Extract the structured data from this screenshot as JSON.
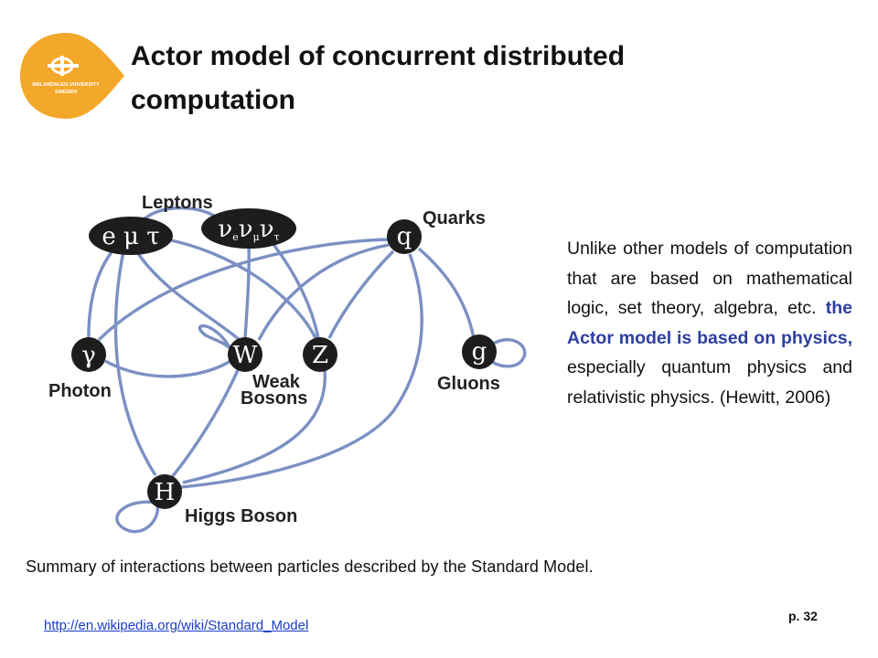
{
  "logo": {
    "name": "MÄLARDALEN UNIVERSITY",
    "country": "SWEDEN",
    "color": "#f4a82a"
  },
  "slide": {
    "title_line1": "Actor model of concurrent distributed",
    "title_line2": "computation",
    "page_number": "p. 32"
  },
  "diagram": {
    "edge_color": "#7b90c3",
    "node_color": "#1d1d1d",
    "nodes": {
      "leptons_charged": "e μ τ",
      "neutrinos": [
        "ν",
        "e",
        "ν",
        "μ",
        "ν",
        "τ"
      ],
      "quark": "q",
      "photon": "γ",
      "w_boson": "W",
      "z_boson": "Z",
      "gluon": "g",
      "higgs": "H"
    },
    "labels": {
      "leptons": "Leptons",
      "quarks": "Quarks",
      "photon": "Photon",
      "weak_line1": "Weak",
      "weak_line2": "Bosons",
      "gluons": "Gluons",
      "higgs": "Higgs Boson"
    }
  },
  "description": {
    "part1": "Unlike other models of computation that are based on mathematical logic, set theory, algebra, etc. ",
    "highlight": "the Actor model is based on physics,",
    "part2": " especially quantum physics and relativistic physics. (Hewitt, 2006)",
    "highlight_color": "#2e3fa0"
  },
  "caption": "Summary of interactions between particles described by the Standard Model.",
  "source_url": "http://en.wikipedia.org/wiki/Standard_Model"
}
